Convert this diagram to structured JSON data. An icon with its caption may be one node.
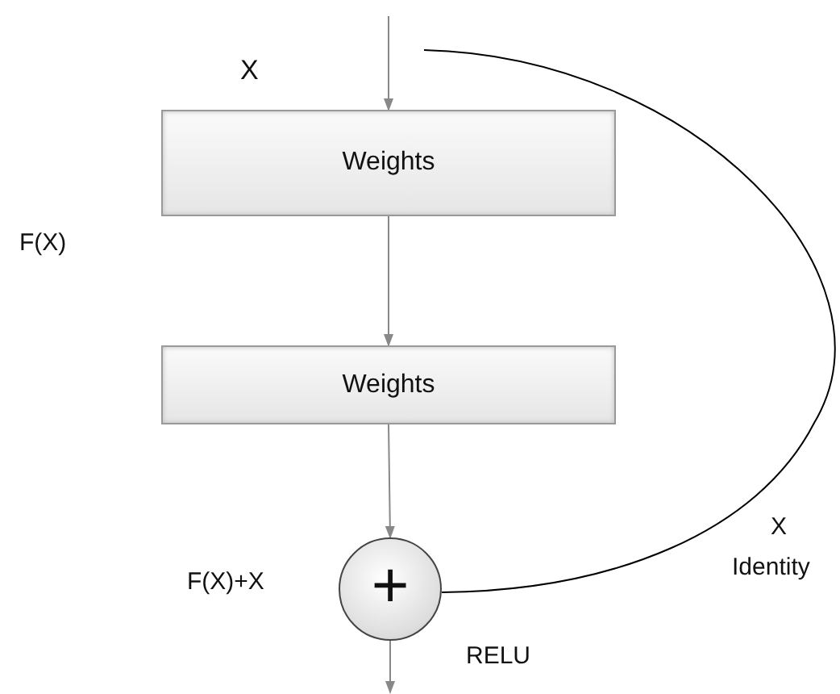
{
  "diagram": {
    "nodes": [
      {
        "text": [
          "Weights"
        ]
      },
      {
        "text": [
          "Weights"
        ]
      },
      {
        "text": [
          "+"
        ]
      }
    ],
    "edges": [
      {
        "from": null,
        "to": 0,
        "arrow": "to"
      },
      {
        "from": 0,
        "to": 1,
        "arrow": "to"
      },
      {
        "from": 1,
        "to": 2,
        "arrow": "to"
      },
      {
        "from": 2,
        "to": null,
        "arrow": "to"
      },
      {
        "from": null,
        "to": 2,
        "arrow": "none",
        "color": "#000000"
      }
    ],
    "labels": [
      "X",
      "F(X)",
      "F(X)+X",
      "RELU",
      "X",
      "Identity"
    ]
  }
}
